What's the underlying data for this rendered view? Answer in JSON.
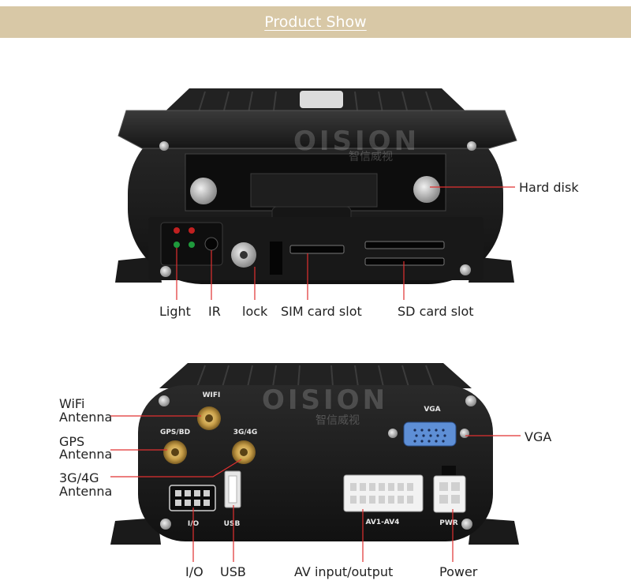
{
  "banner": {
    "title": "Product Show"
  },
  "brand": {
    "wordmark": "OISION",
    "chinese": "智信威视"
  },
  "front_view": {
    "callouts": {
      "hard_disk": "Hard disk",
      "light": "Light",
      "ir": "IR",
      "lock": "lock",
      "sim_slot": "SIM card slot",
      "sd_slot": "SD card slot"
    }
  },
  "rear_view": {
    "port_markings": {
      "wifi": "WIFI",
      "gps": "GPS/BD",
      "g34": "3G/4G",
      "vga": "VGA",
      "io": "I/O",
      "usb": "USB",
      "av": "AV1-AV4",
      "pwr": "PWR"
    },
    "callouts": {
      "wifi_line1": "WiFi",
      "wifi_line2": "Antenna",
      "gps_line1": "GPS",
      "gps_line2": "Antenna",
      "g34_line1": "3G/4G",
      "g34_line2": "Antenna",
      "vga": "VGA",
      "io": "I/O",
      "usb": "USB",
      "av": "AV input/output",
      "power": "Power"
    }
  },
  "colors": {
    "banner": "#d8c8a6",
    "callout_line": "#e03030",
    "device": "#1c1c1c"
  }
}
